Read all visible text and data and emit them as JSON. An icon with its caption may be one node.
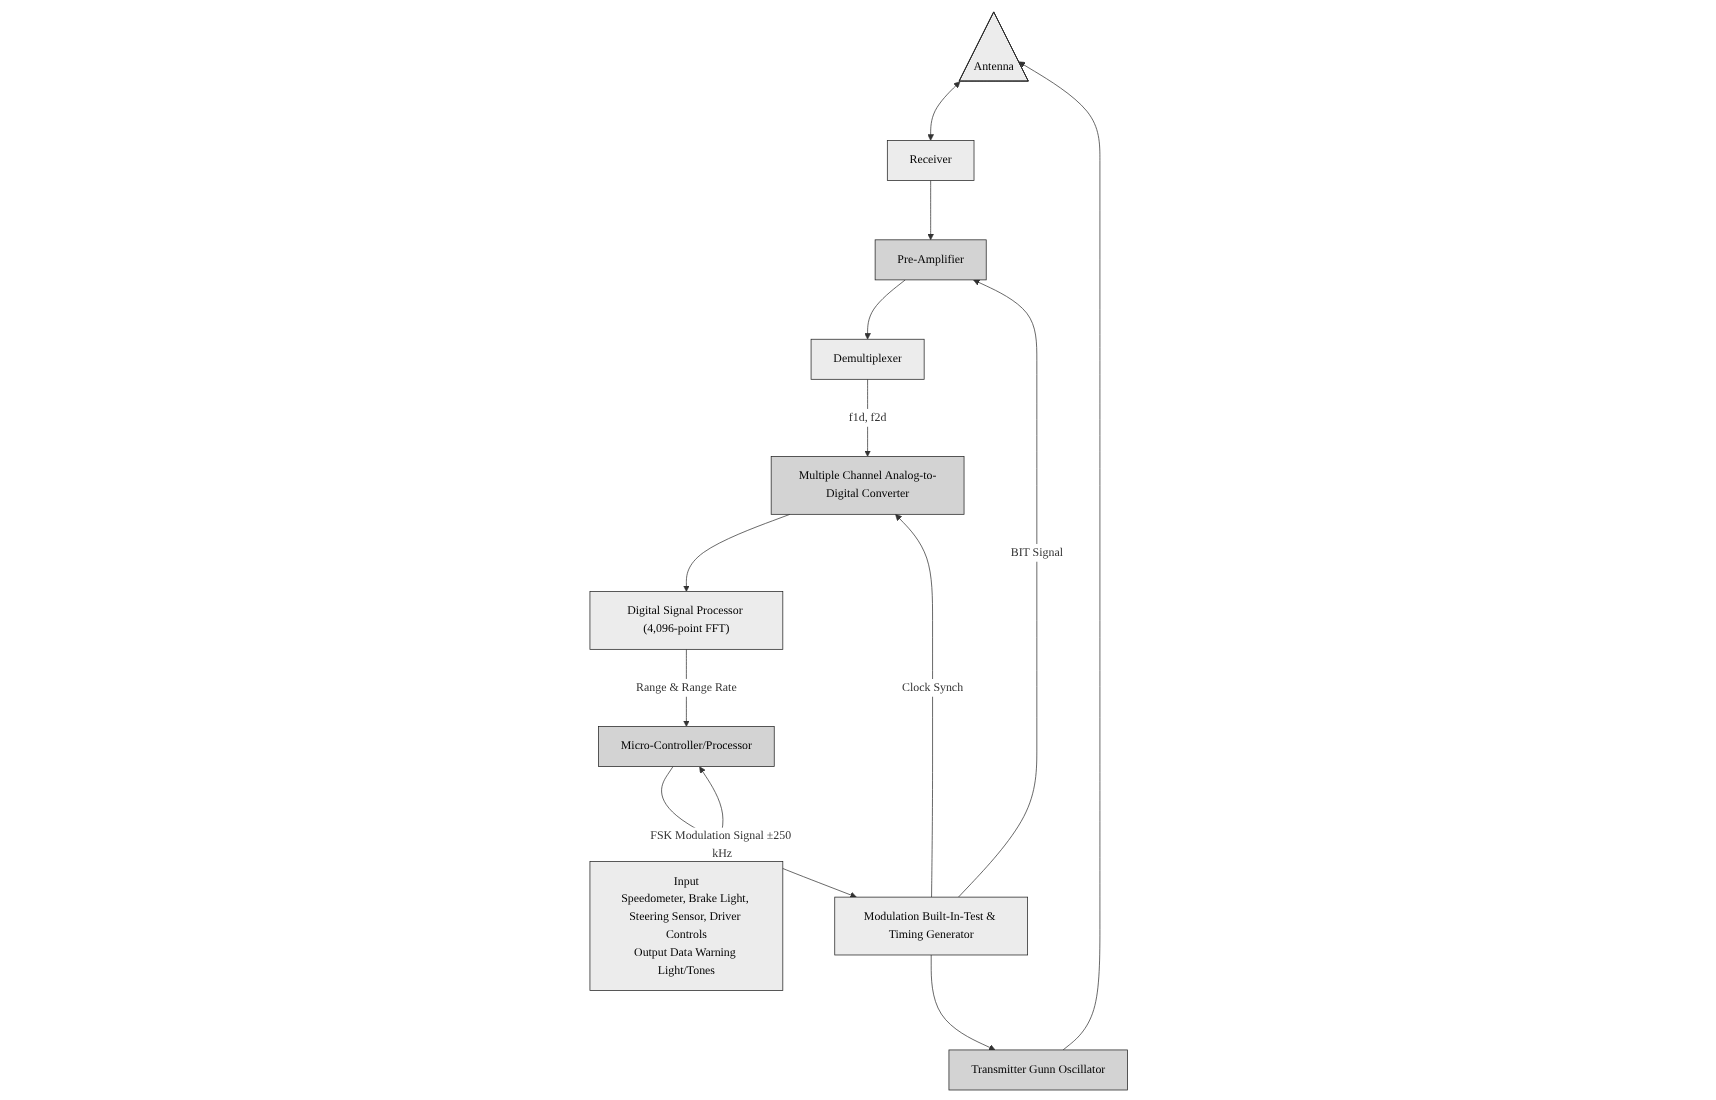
{
  "diagram": {
    "nodes": [
      {
        "text": [
          "Antenna"
        ]
      },
      {
        "text": [
          "Receiver"
        ]
      },
      {
        "text": [
          "Pre-Amplifier"
        ]
      },
      {
        "text": [
          "Demultiplexer"
        ]
      },
      {
        "text": [
          "Multiple Channel Analog-to-Digital Converter"
        ]
      },
      {
        "text": [
          "Digital Signal Processor (4,096-point FFT)"
        ]
      },
      {
        "text": [
          "Transmitter Gunn Oscillator"
        ]
      },
      {
        "text": [
          "Modulation Built-In-Test & Timing Generator"
        ]
      },
      {
        "text": [
          "Micro-Controller/Processor"
        ]
      },
      {
        "text": [
          "Input",
          "Speedometer, Brake Light, Steering Sensor, Driver Controls",
          "Output Data Warning Light/Tones"
        ]
      }
    ],
    "edges": [
      {
        "from": 0,
        "to": 1,
        "arrow": "both"
      },
      {
        "from": 6,
        "to": 0,
        "arrow": "to"
      },
      {
        "from": 1,
        "to": 2,
        "arrow": "to"
      },
      {
        "from": 7,
        "to": 2,
        "arrow": "to",
        "label": "BIT Signal"
      },
      {
        "from": 2,
        "to": 3,
        "arrow": "to"
      },
      {
        "from": 3,
        "to": 4,
        "arrow": "to",
        "label": "f1d, f2d"
      },
      {
        "from": 4,
        "to": 5,
        "arrow": "to"
      },
      {
        "from": 7,
        "to": 4,
        "arrow": "to",
        "label": "Clock Synch"
      },
      {
        "from": 5,
        "to": 8,
        "arrow": "to",
        "label": "Range & Range Rate"
      },
      {
        "from": 8,
        "to": 7,
        "arrow": "to",
        "label": "FSK Modulation Signal ±250 kHz"
      },
      {
        "from": 8,
        "to": 9,
        "arrow": "both"
      },
      {
        "from": 7,
        "to": 6,
        "arrow": "to"
      }
    ]
  }
}
